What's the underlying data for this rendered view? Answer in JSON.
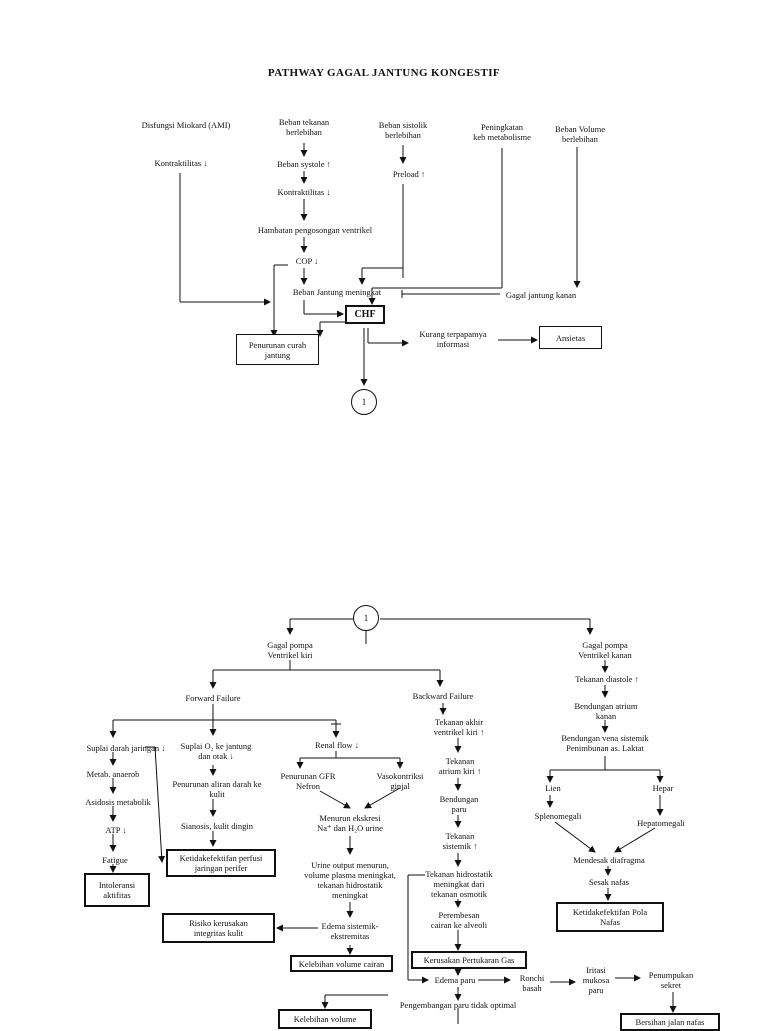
{
  "title": "PATHWAY GAGAL JANTUNG KONGESTIF",
  "connector_label": "1",
  "nodes": {
    "disfungsi": "Disfungsi Miokard (AMI)",
    "kontraktilitas_a": "Kontraktilitas ↓",
    "beban_tekanan": "Beban tekanan\nberlebihan",
    "beban_systole": "Beban systole ↑",
    "kontraktilitas_b": "Kontraktilitas ↓",
    "hambatan": "Hambatan pengosongan ventrikel",
    "cop": "COP ↓",
    "beban_jantung": "Beban Jantung meningkat",
    "beban_sistolik": "Beban sistolik\nberlebihan",
    "preload": "Preload ↑",
    "peningkatan": "Peningkatan\nkeb metabolisme",
    "beban_volume": "Beban Volume\nberlebihan",
    "gagal_kanan_top": "Gagal jantung kanan",
    "chf": "CHF",
    "penurunan_curah": "Penurunan curah\njantung",
    "kurang": "Kurang terpapamya\ninformasi",
    "ansietas": "Ansietas",
    "gagal_kiri": "Gagal pompa\nVentrikel kiri",
    "gagal_kanan": "Gagal pompa\nVentrikel kanan",
    "forward": "Forward Failure",
    "backward": "Backward Failure",
    "suplai_jaringan": "Suplai darah jaringan ↓",
    "suplai_o2": "Suplai O₂ ke jantung\ndan otak ↓",
    "renal": "Renal flow ↓",
    "metab": "Metab. anaerob",
    "asidosis": "Asidosis metabolik",
    "atp": "ATP ↓",
    "fatigue": "Fatigue",
    "intoleransi": "Intoleransi\naktifitas",
    "penurunan_aliran": "Penurunan aliran darah ke\nkulit",
    "sianosis": "Sianosis, kulit dingin",
    "ketidakefektifan_perfusi": "Ketidakefektifan perfusi\njaringan perifer",
    "penurunan_gfr": "Penurunan GFR\nNefron",
    "vasokontriksi": "Vasokontriksi\nginjal",
    "menurun_ekskresi": "Menurun ekskresi\nNa⁺ dan H₂O urine",
    "urine_output": "Urine output menurun,\nvolume plasma meningkat,\ntekanan hidrostatik\nmeningkat",
    "edema_sistemik": "Edema sistemik-\nekstremitas",
    "kelebihan_cairan": "Kelebihan volume cairan",
    "risiko": "Risiko kerusakan\nintegritas kulit",
    "tekanan_akhir": "Tekanan akhir\nventrikel kiri ↑",
    "tekanan_atrium": "Tekanan\natrium kiri ↑",
    "bendungan_paru": "Bendungan\nparu",
    "tekanan_sistemik": "Tekanan\nsistemik ↑",
    "tekanan_hidrostatik": "Tekanan hidrostatik\nmeningkat dari\ntekanan osmotik",
    "perembesan": "Perembesan\ncairan ke alveoli",
    "kerusakan_gas": "Kerusakan Pertukaran Gas",
    "edema_paru": "Edema paru",
    "ronchi": "Ronchi\nbasah",
    "iritasi": "Iritasi\nmukosa\nparu",
    "penumpukan": "Penumpukan\nsekret",
    "bersihan": "Bersihan jalan nafas",
    "pengembangan": "Pengembangan paru tidak optimal",
    "kelebihan_volume_bottom": "Kelebihan volume",
    "tekanan_diastole": "Tekanan diastole ↑",
    "bendungan_atrium": "Bendungan atrium\nkanan",
    "bendungan_vena": "Bendungan vena sistemik\nPenimbunan as. Laktat",
    "lien": "Lien",
    "hepar": "Hepar",
    "splenomegali": "Splenomegali",
    "hepatomegali": "Hepatomegali",
    "mendesak": "Mendesak diafragma",
    "sesak": "Sesak nafas",
    "pola_nafas": "Ketidakefektifan Pola\nNafas"
  }
}
